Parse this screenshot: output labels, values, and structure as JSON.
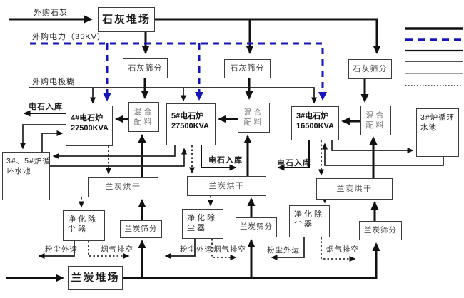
{
  "colors": {
    "line": "#111111",
    "power_blue": "#1515b8",
    "gray_line": "#666666"
  },
  "inputs": {
    "lime": "外购石灰",
    "power": "外购电力（35KV）",
    "paste": "外购电极糊"
  },
  "process": {
    "lime_yard": "石灰堆场",
    "lime_screen": "石灰筛分",
    "mix": {
      "l1": "混合",
      "l2": "配料"
    },
    "furnace4": {
      "l1": "4#电石炉",
      "l2": "27500KVA"
    },
    "furnace5": {
      "l1": "5#电石炉",
      "l2": "27500KVA"
    },
    "furnace3": {
      "l1": "3#电石炉",
      "l2": "16500KVA"
    },
    "pool3": {
      "l1": "3#炉循环",
      "l2": "水池"
    },
    "pool35": {
      "l1": "3#、5#炉循",
      "l2": "环水池"
    },
    "coke_dry": "兰炭烘干",
    "coke_screen": "兰炭筛分",
    "coke_yard": "兰炭堆场",
    "dust_collector": {
      "l1": "净化除",
      "l2": "尘器"
    }
  },
  "outputs": {
    "carbide_store": "电石入库",
    "dust_out": "粉尘外运",
    "gas_vent": "烟气排空"
  },
  "legend": {
    "items": [
      {
        "name": "thick-solid-black-line"
      },
      {
        "name": "dashed-blue-line"
      },
      {
        "name": "solid-black-medium-line"
      },
      {
        "name": "solid-black-thin-line"
      },
      {
        "name": "solid-gray-thin-line"
      },
      {
        "name": "dotted-black-line"
      }
    ]
  }
}
